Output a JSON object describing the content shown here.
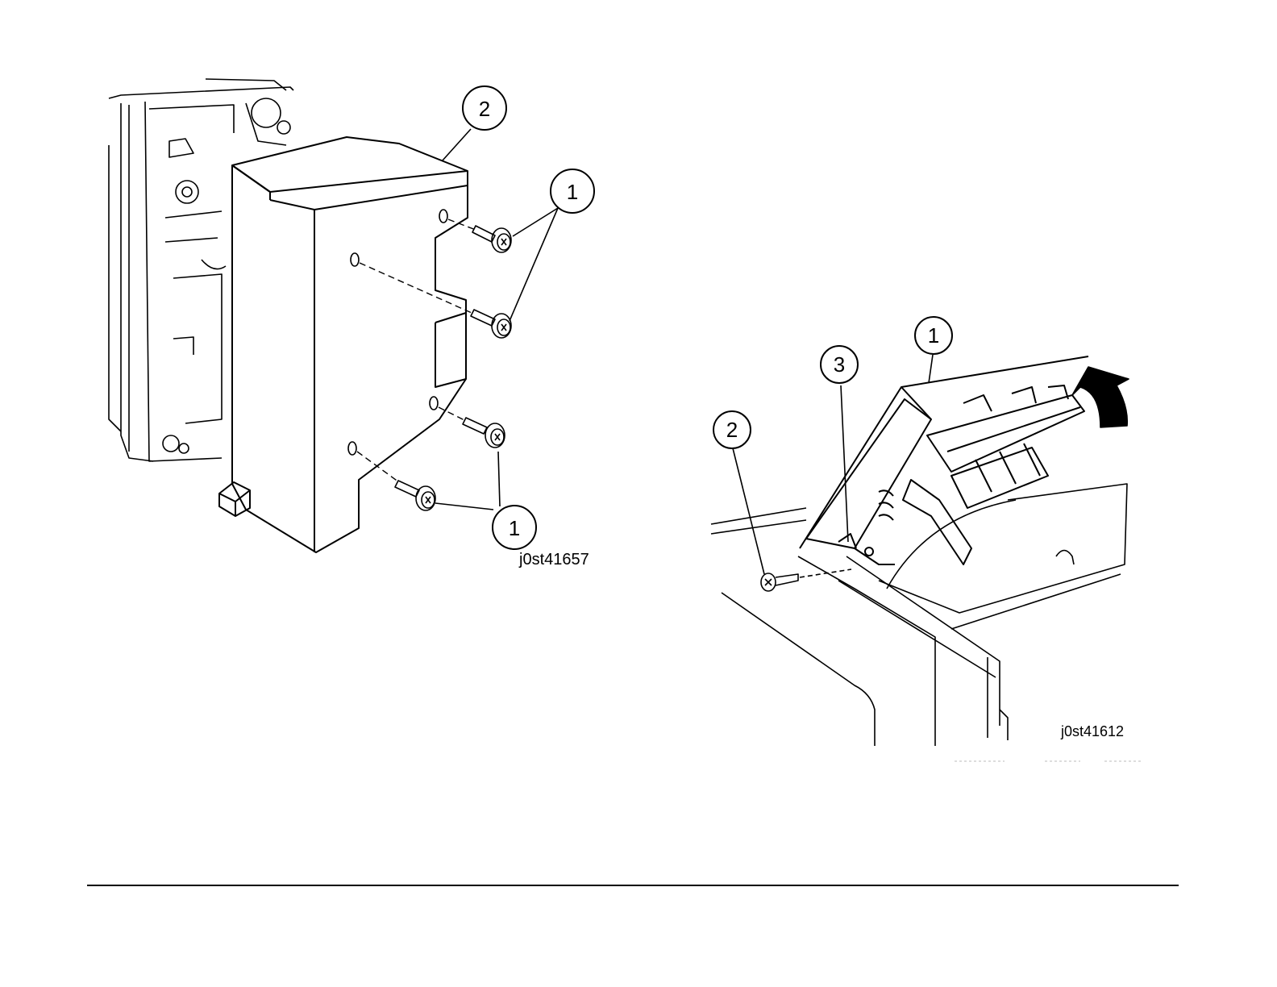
{
  "figure_left": {
    "id_label": "j0st41657",
    "callouts": [
      "2",
      "1",
      "1"
    ]
  },
  "figure_right": {
    "id_label": "j0st41612",
    "callouts": [
      "1",
      "3",
      "2"
    ]
  }
}
